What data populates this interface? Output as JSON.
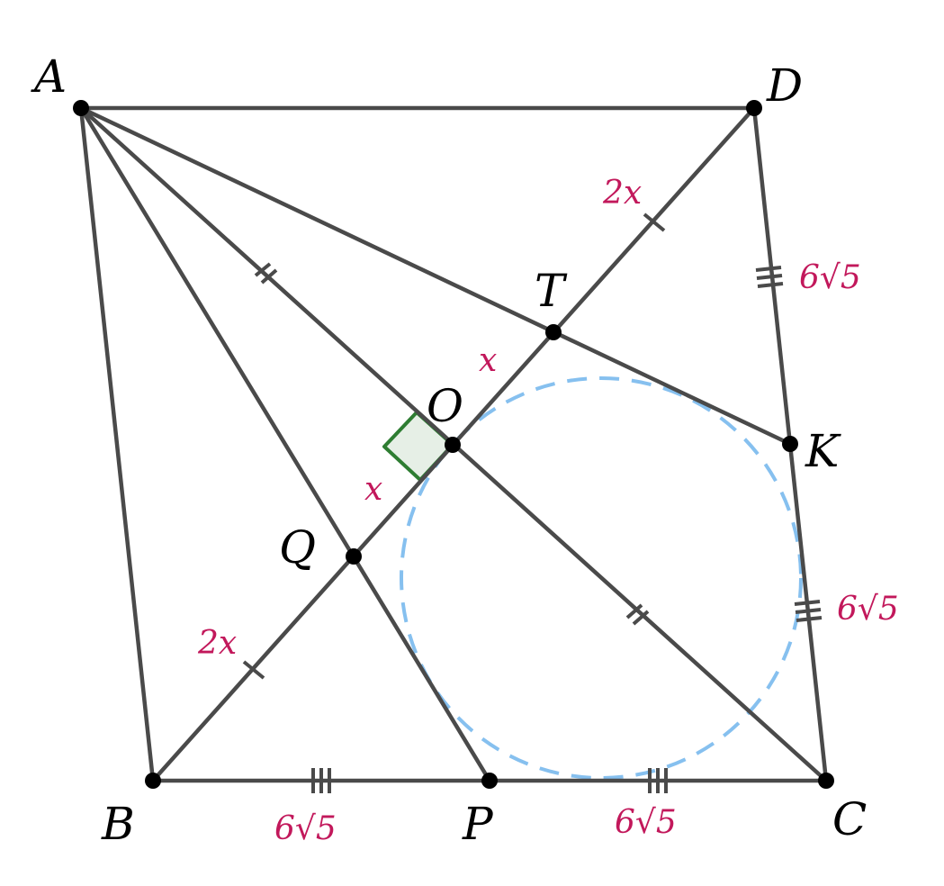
{
  "points": {
    "A": "A",
    "B": "B",
    "C": "C",
    "D": "D",
    "O": "O",
    "T": "T",
    "K": "K",
    "Q": "Q",
    "P": "P"
  },
  "measures": {
    "dt": "2x",
    "to": "x",
    "oq": "x",
    "qb": "2x",
    "dk": "6√5",
    "kc": "6√5",
    "bp": "6√5",
    "pc": "6√5"
  },
  "colors": {
    "lines": "#4a4a4a",
    "measure_labels": "#c2185b",
    "incircle": "#86c0ef",
    "right_angle_marker": "#2e7d32"
  }
}
